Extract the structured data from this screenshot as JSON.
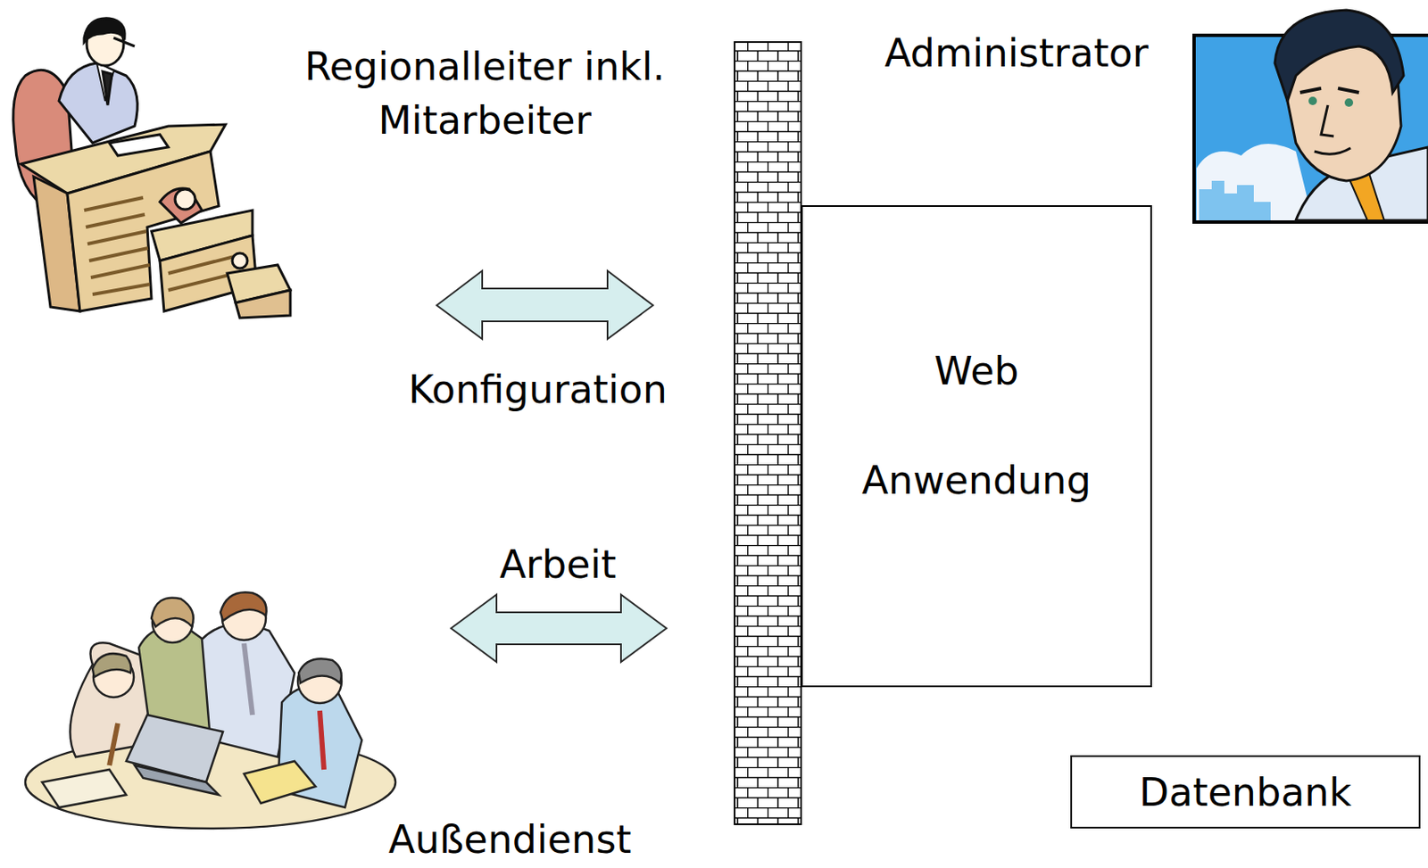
{
  "diagram": {
    "nodes": [
      {
        "text": [
          "Web Anwendung"
        ]
      },
      {
        "text": [
          "Datenbank"
        ]
      }
    ],
    "labels": [
      "Regionalleiter inkl. Mitarbeiter",
      "Administrator",
      "Konfiguration",
      "Arbeit",
      "Außendienst"
    ]
  }
}
